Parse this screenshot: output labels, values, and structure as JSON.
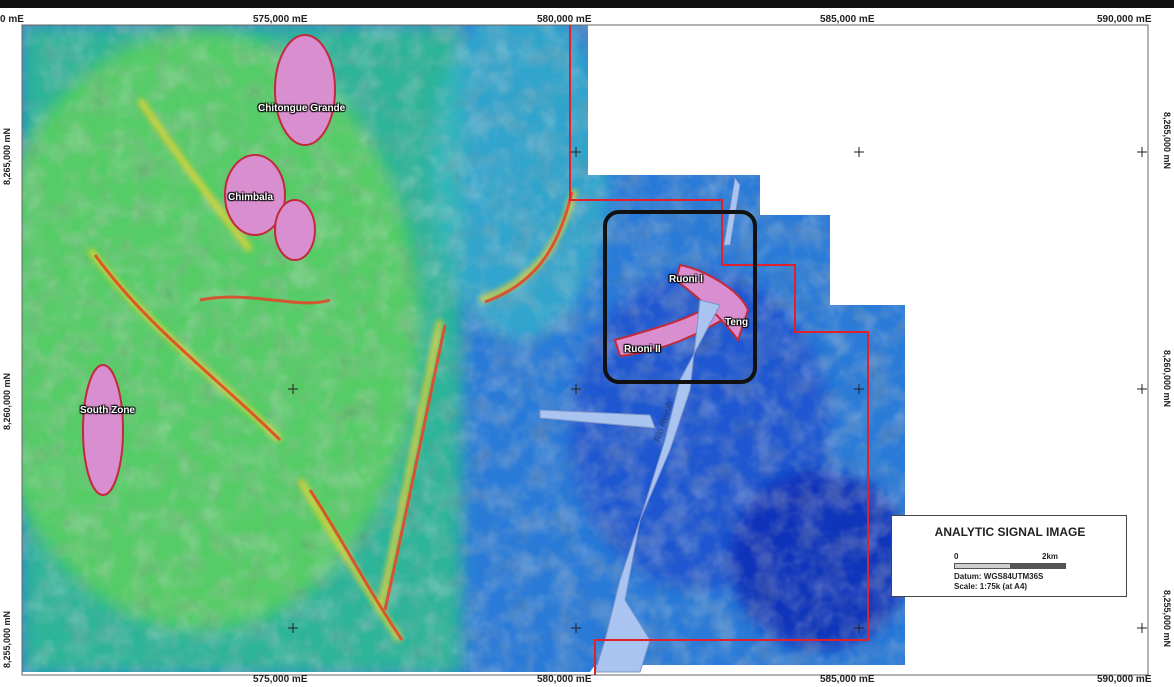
{
  "map": {
    "easting_labels": [
      "0 mE",
      "575,000 mE",
      "580,000 mE",
      "585,000 mE",
      "590,000 mE"
    ],
    "northing_labels_left": [
      "8,265,000 mN",
      "8,260,000 mN",
      "8,255,000 mN"
    ],
    "northing_labels_right": [
      "8,265,000 mN",
      "8,260,000 mN",
      "8,255,000 mN"
    ],
    "features": {
      "chitongue_grande": "Chitongue Grande",
      "chimbala": "Chimbala",
      "south_zone": "South Zone",
      "ruoni_i": "Ruoni I",
      "ruoni_ii": "Ruoni II",
      "teng": "Teng"
    },
    "river_label": "Rio Revub",
    "colors": {
      "boundary": "#e0202a",
      "river": "#a9c4f0",
      "focus_box": "#111111"
    }
  },
  "legend": {
    "title": "ANALYTIC SIGNAL IMAGE",
    "scale_start": "0",
    "scale_end": "2km",
    "datum": "Datum: WGS84UTM36S",
    "scale": "Scale: 1:75k (at A4)"
  }
}
